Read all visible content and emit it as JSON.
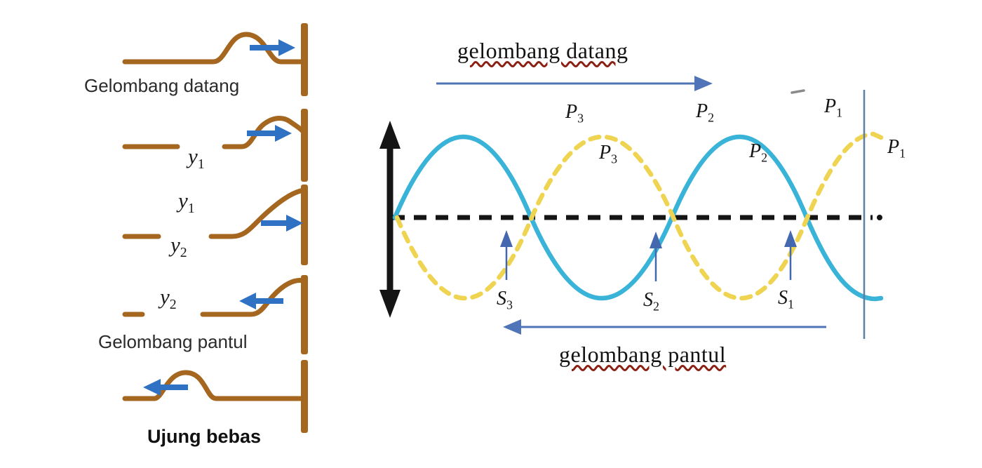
{
  "colors": {
    "string_brown": "#a5661f",
    "pulse_arrow_blue": "#2f72c4",
    "wave_incident_blue": "#3ab3d8",
    "wave_reflected_yellow": "#efd452",
    "label_arrow_blue": "#4f74b8",
    "s_arrow_blue": "#4468b0",
    "underline_red": "#8b2113",
    "axis_black": "#151515",
    "wall_line_color": "#5b7fa6"
  },
  "left": {
    "label_datang": "Gelombang datang",
    "label_pantul": "Gelombang pantul",
    "label_ujung": "Ujung bebas",
    "y_labels": [
      {
        "base": "y",
        "sub": "1"
      },
      {
        "base": "y",
        "sub": "1"
      },
      {
        "base": "y",
        "sub": "2"
      },
      {
        "base": "y",
        "sub": "2"
      }
    ]
  },
  "right": {
    "title_top": "gelombang datang",
    "title_bottom": "gelombang pantul",
    "p_upper": [
      {
        "base": "P",
        "sub": "3"
      },
      {
        "base": "P",
        "sub": "2"
      },
      {
        "base": "P",
        "sub": "1"
      }
    ],
    "p_lower": [
      {
        "base": "P",
        "sub": "3"
      },
      {
        "base": "P",
        "sub": "2"
      },
      {
        "base": "P",
        "sub": "1"
      }
    ],
    "s_labels": [
      {
        "base": "S",
        "sub": "3"
      },
      {
        "base": "S",
        "sub": "2"
      },
      {
        "base": "S",
        "sub": "1"
      }
    ]
  }
}
